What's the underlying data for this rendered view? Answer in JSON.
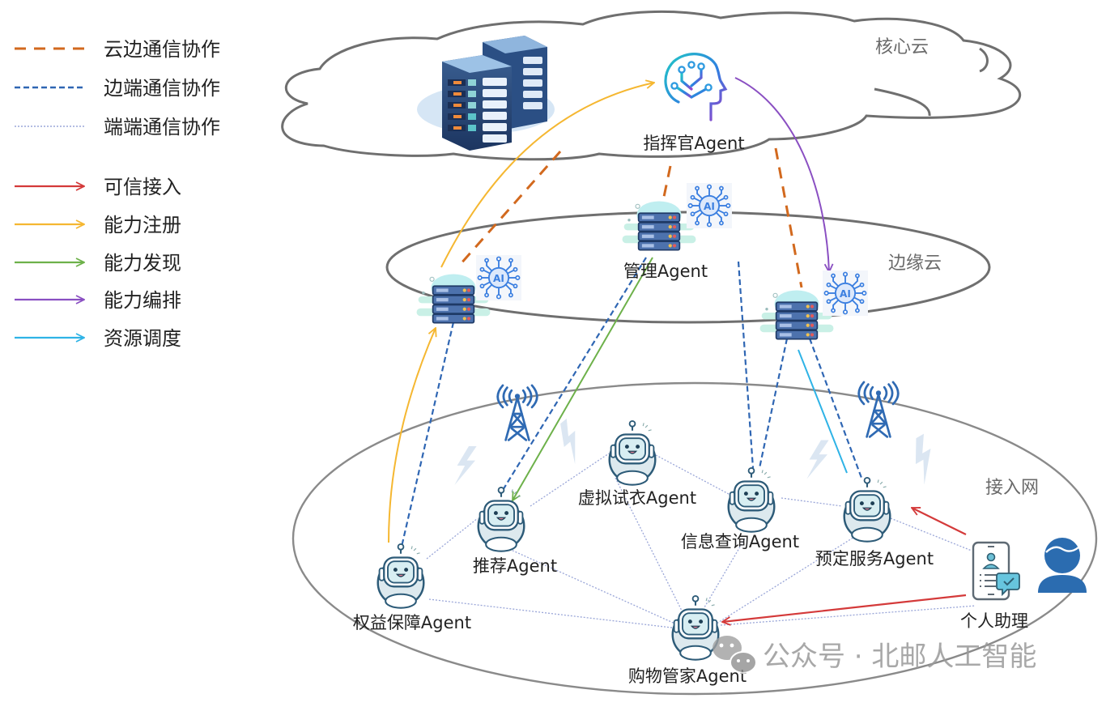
{
  "legend": {
    "line_styles": [
      {
        "key": "cloud-edge",
        "label": "云边通信协作",
        "color": "#d2691e",
        "style": "long-dash"
      },
      {
        "key": "edge-device",
        "label": "边端通信协作",
        "color": "#2f66b3",
        "style": "short-dash"
      },
      {
        "key": "device-device",
        "label": "端端通信协作",
        "color": "#9aa6d8",
        "style": "dotted"
      }
    ],
    "arrows": [
      {
        "key": "trusted-access",
        "label": "可信接入",
        "color": "#d43a3a"
      },
      {
        "key": "capability-register",
        "label": "能力注册",
        "color": "#f5b731"
      },
      {
        "key": "capability-discovery",
        "label": "能力发现",
        "color": "#6db14a"
      },
      {
        "key": "capability-orchestration",
        "label": "能力编排",
        "color": "#8a4fc2"
      },
      {
        "key": "resource-scheduling",
        "label": "资源调度",
        "color": "#2fb3e6"
      }
    ]
  },
  "zones": {
    "core_cloud": "核心云",
    "edge_cloud": "边缘云",
    "access_network": "接入网"
  },
  "nodes": {
    "commander": "指挥官Agent",
    "manager": "管理Agent",
    "virtual_tryon": "虚拟试衣Agent",
    "recommend": "推荐Agent",
    "info_query": "信息查询Agent",
    "booking": "预定服务Agent",
    "rights": "权益保障Agent",
    "shopping": "购物管家Agent",
    "assistant": "个人助理"
  },
  "icons": {
    "datacenter": "server-rack-icon",
    "brain": "ai-brain-head-icon",
    "edge_server": "edge-server-icon",
    "ai_chip": "ai-chip-icon",
    "tower": "cell-tower-icon",
    "robot": "robot-agent-icon",
    "phone": "phone-assistant-icon",
    "user": "user-icon",
    "wechat": "wechat-icon"
  },
  "watermark": "公众号 · 北邮人工智能"
}
